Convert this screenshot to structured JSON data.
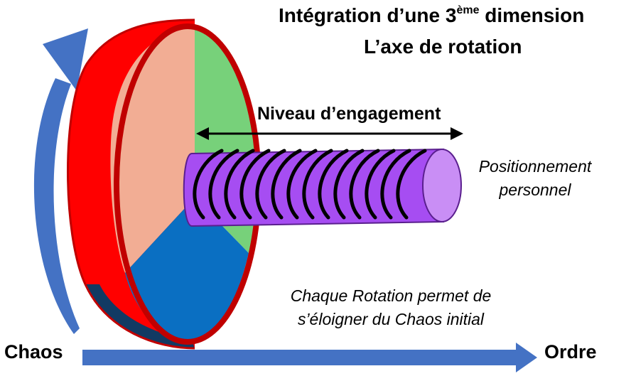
{
  "title": {
    "line1_prefix": "Intégration d’une 3",
    "line1_sup": "ème",
    "line1_suffix": " dimension",
    "line2": "L’axe de rotation"
  },
  "labels": {
    "engagement": "Niveau d’engagement",
    "positionnement_line1": "Positionnement",
    "positionnement_line2": "personnel",
    "rotation_line1": "Chaque Rotation permet de",
    "rotation_line2": "s’éloigner du Chaos initial",
    "chaos": "Chaos",
    "ordre": "Ordre"
  },
  "colors": {
    "disk_rim": "#ff0000",
    "rim_outline": "#c00000",
    "segment_salmon": "#f2ad94",
    "segment_green": "#77d17a",
    "segment_blue": "#0a6fc2",
    "segment_navy": "#123a63",
    "cylinder": "#a64df2",
    "cylinder_end": "#c98ef5",
    "arrows": "#4472c4",
    "thread": "#000000"
  }
}
